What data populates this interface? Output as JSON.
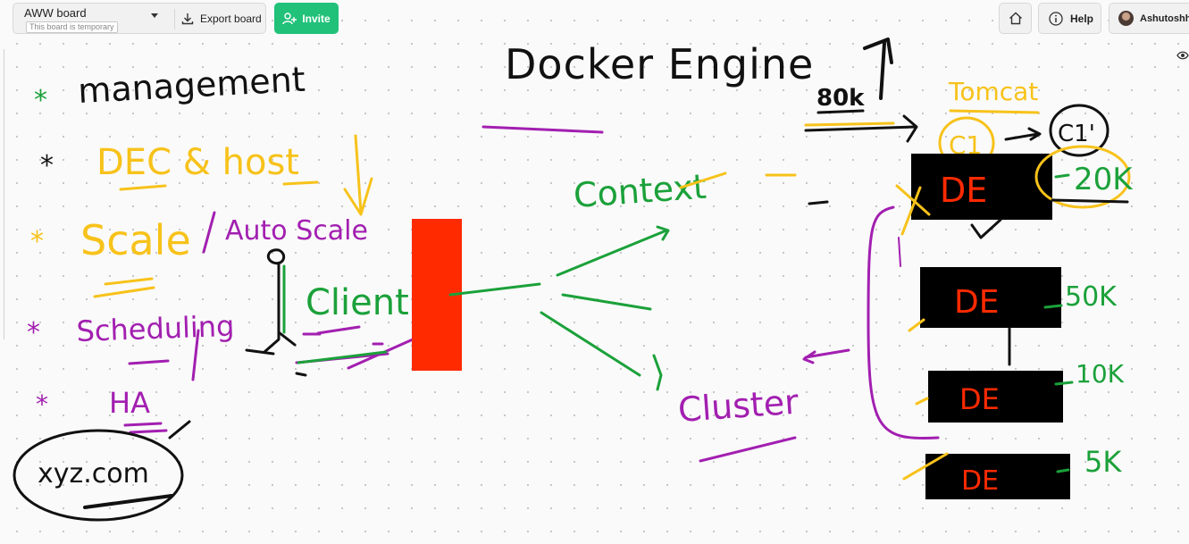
{
  "toolbar": {
    "board_name": "AWW board",
    "board_tag": "This board is temporary",
    "export_label": "Export board",
    "invite_label": "Invite",
    "help_label": "Help",
    "user_name": "Ashutoshh S"
  },
  "drawing": {
    "title": "Docker Engine",
    "list": [
      "management",
      "DEC & host",
      "Scale",
      "Auto Scale",
      "Scheduling",
      "HA"
    ],
    "domain": "xyz.com",
    "client": "Client",
    "context": "Context",
    "cluster": "Cluster",
    "load_80k": "80k",
    "tomcat": "Tomcat",
    "c1": "C1",
    "c1_prime": "C1'",
    "de": "DE",
    "loads": [
      "20K",
      "50K",
      "10K",
      "5K"
    ]
  },
  "colors": {
    "green": "#1ba13a",
    "orange": "#f7c21a",
    "purple": "#a21fb0",
    "red": "#ff2a00",
    "invite": "#21c17a"
  }
}
